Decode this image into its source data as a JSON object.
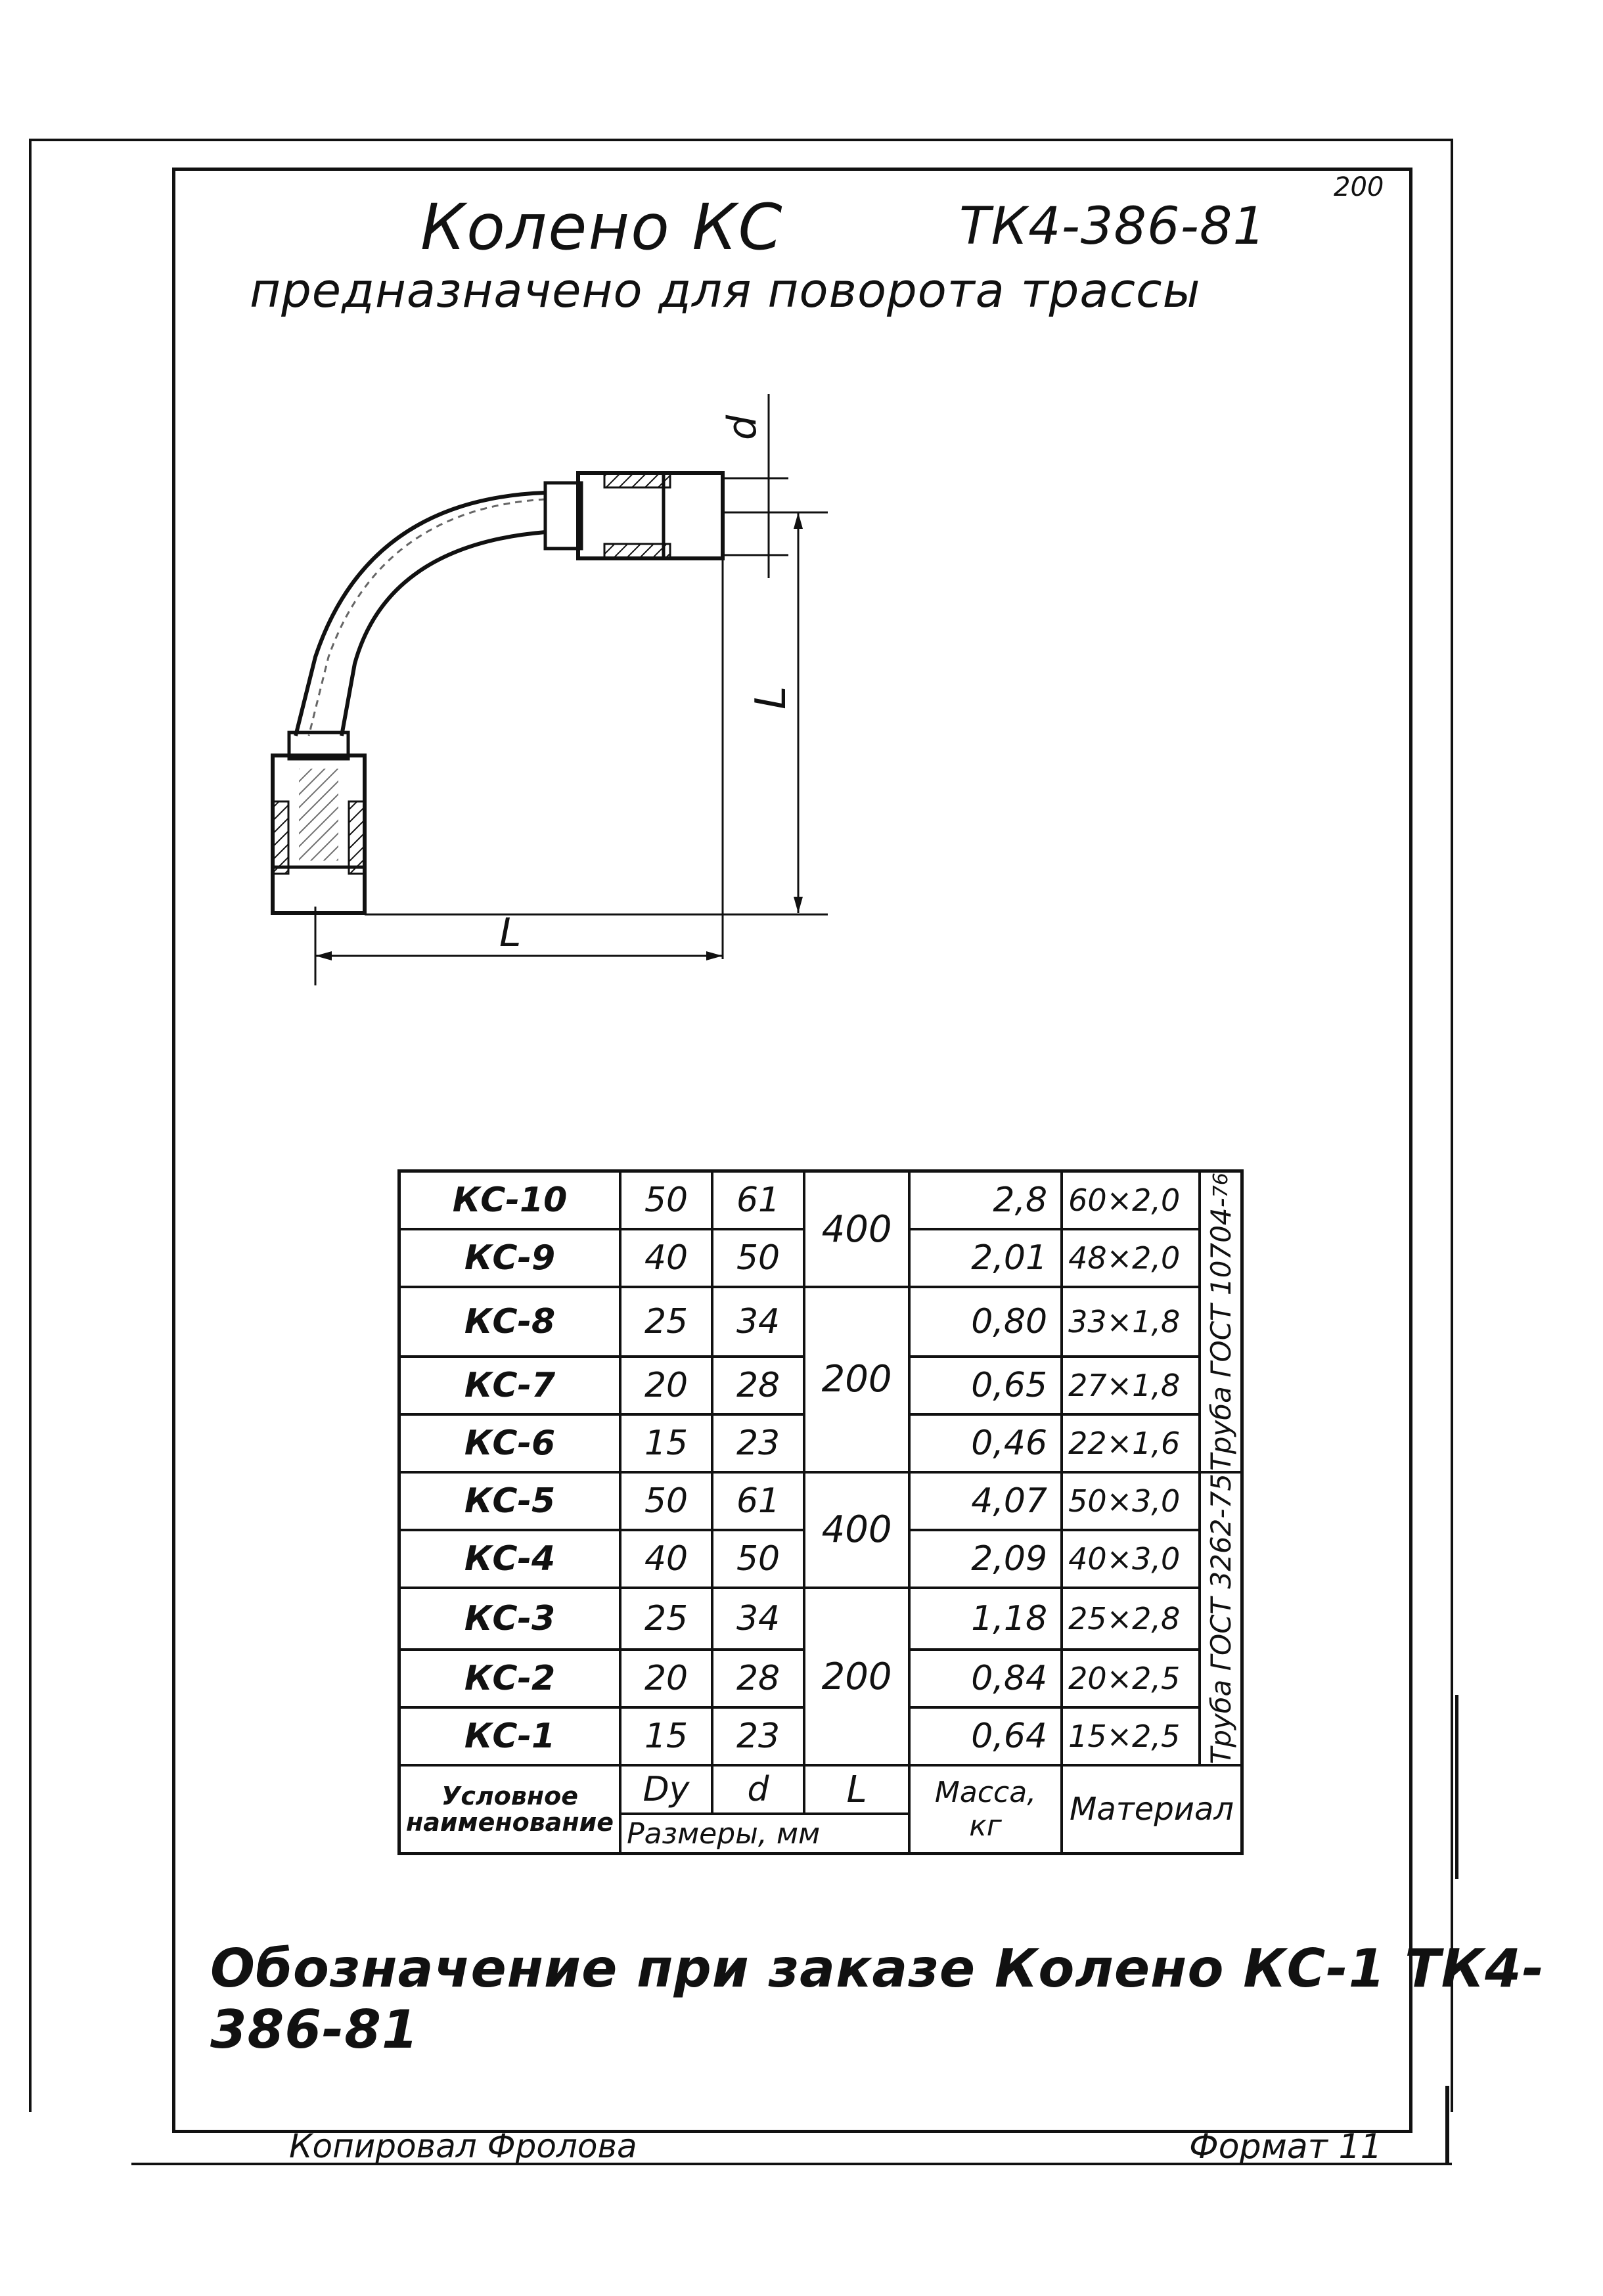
{
  "page_number": "200",
  "title": "Колено КС",
  "doc_code": "ТК4-386-81",
  "subtitle": "предназначено для поворота трассы",
  "drawing": {
    "dim_d": "d",
    "dim_L_vertical": "L",
    "dim_L_horizontal": "L"
  },
  "table": {
    "rows": [
      {
        "name": "КС-10",
        "dy": "50",
        "d": "61",
        "mass": "2,8",
        "material": "60×2,0"
      },
      {
        "name": "КС-9",
        "dy": "40",
        "d": "50",
        "mass": "2,01",
        "material": "48×2,0"
      },
      {
        "name": "КС-8",
        "dy": "25",
        "d": "34",
        "mass": "0,80",
        "material": "33×1,8"
      },
      {
        "name": "КС-7",
        "dy": "20",
        "d": "28",
        "mass": "0,65",
        "material": "27×1,8"
      },
      {
        "name": "КС-6",
        "dy": "15",
        "d": "23",
        "mass": "0,46",
        "material": "22×1,6"
      },
      {
        "name": "КС-5",
        "dy": "50",
        "d": "61",
        "mass": "4,07",
        "material": "50×3,0"
      },
      {
        "name": "КС-4",
        "dy": "40",
        "d": "50",
        "mass": "2,09",
        "material": "40×3,0"
      },
      {
        "name": "КС-3",
        "dy": "25",
        "d": "34",
        "mass": "1,18",
        "material": "25×2,8"
      },
      {
        "name": "КС-2",
        "dy": "20",
        "d": "28",
        "mass": "0,84",
        "material": "20×2,5"
      },
      {
        "name": "КС-1",
        "dy": "15",
        "d": "23",
        "mass": "0,64",
        "material": "15×2,5"
      }
    ],
    "l_groups": [
      "400",
      "200",
      "400",
      "200"
    ],
    "std_upper": "Труба ГОСТ 10704-",
    "std_upper_mark": "76",
    "std_lower": "Труба ГОСТ 3262-75",
    "header": {
      "name": "Условное наименование",
      "dy": "Dy",
      "d": "d",
      "l": "L",
      "sizes": "Размеры, мм",
      "mass": "Масса, кг",
      "material": "Материал"
    }
  },
  "order_note": "Обозначение при заказе Колено КС-1 ТК4-386-81",
  "footer": {
    "copied_by": "Копировал Фролова",
    "format": "Формат 11"
  }
}
